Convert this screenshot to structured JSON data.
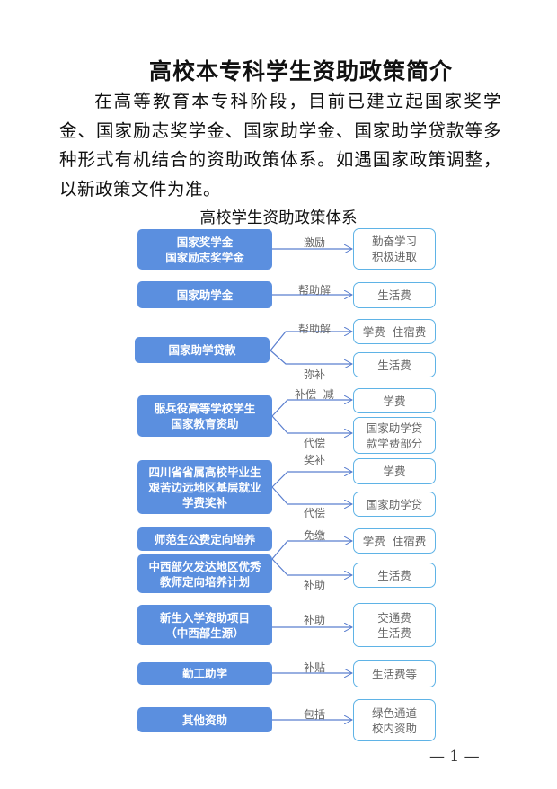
{
  "title": "高校本专科学生资助政策简介",
  "paragraph": "在高等教育本专科阶段，目前已建立起国家奖学金、国家励志奖学金、国家助学金、国家助学贷款等多种形式有机结合的资助政策体系。如遇国家政策调整，以新政策文件为准。",
  "diagram": {
    "title": "高校学生资助政策体系",
    "left": [
      [
        "国家奖学金",
        "国家励志奖学金"
      ],
      [
        "国家助学金"
      ],
      [
        "国家助学贷款"
      ],
      [
        "服兵役高等学校学生",
        "国家教育资助"
      ],
      [
        "四川省省属高校毕业生",
        "艰苦边远地区基层就业",
        "学费奖补"
      ],
      [
        "师范生公费定向培养"
      ],
      [
        "中西部欠发达地区优秀",
        "教师定向培养计划"
      ],
      [
        "新生入学资助项目",
        "（中西部生源）"
      ],
      [
        "勤工助学"
      ],
      [
        "其他资助"
      ]
    ],
    "right": [
      [
        "勤奋学习",
        "积极进取"
      ],
      [
        "生活费"
      ],
      [
        "学费  住宿费"
      ],
      [
        "生活费"
      ],
      [
        "学费"
      ],
      [
        "国家助学贷",
        "款学费部分"
      ],
      [
        "学费"
      ],
      [
        "国家助学贷"
      ],
      [
        "学费  住宿费"
      ],
      [
        "生活费"
      ],
      [
        "交通费",
        "生活费"
      ],
      [
        "生活费等"
      ],
      [
        "绿色通道",
        "校内资助"
      ]
    ],
    "arrows": [
      "激励",
      "帮助解",
      "帮助解",
      "弥补",
      "补偿  减",
      "代偿",
      "奖补",
      "代偿",
      "免缴",
      "补助",
      "补助",
      "补贴",
      "包括"
    ]
  },
  "page_number": "— 1 —"
}
